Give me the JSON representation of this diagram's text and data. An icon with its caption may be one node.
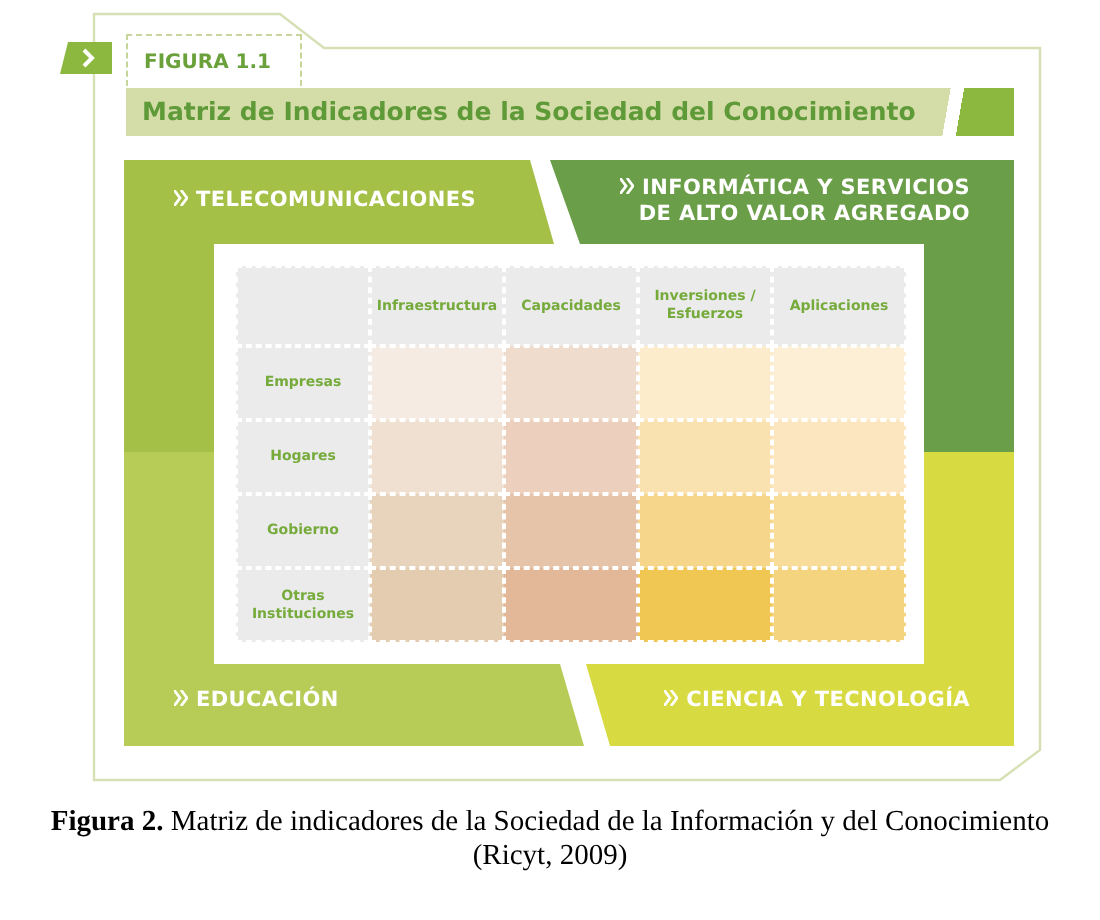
{
  "diagram": {
    "title": "Matriz de Indicadores de la Sociedad del Conocimiento",
    "caption": "**Figura 2.** Matriz de indicadores de la Sociedad de la Información y del Conocimiento (Ricyt, 2009)",
    "nodes": [
      {
        "text": [
          "TELECOMUNICACIONES"
        ]
      },
      {
        "text": [
          "INFORMÁTICA Y SERVICIOS DE ALTO VALOR AGREGADO"
        ]
      },
      {
        "text": [
          "EDUCACIÓN"
        ]
      },
      {
        "text": [
          "CIENCIA Y TECNOLOGÍA"
        ]
      }
    ],
    "edges": [],
    "labels": [
      "FIGURA 1.1",
      "Infraestructura",
      "Capacidades",
      "Inversiones / Esfuerzos",
      "Aplicaciones",
      "Empresas",
      "Hogares",
      "Gobierno",
      "Otras Instituciones"
    ]
  }
}
